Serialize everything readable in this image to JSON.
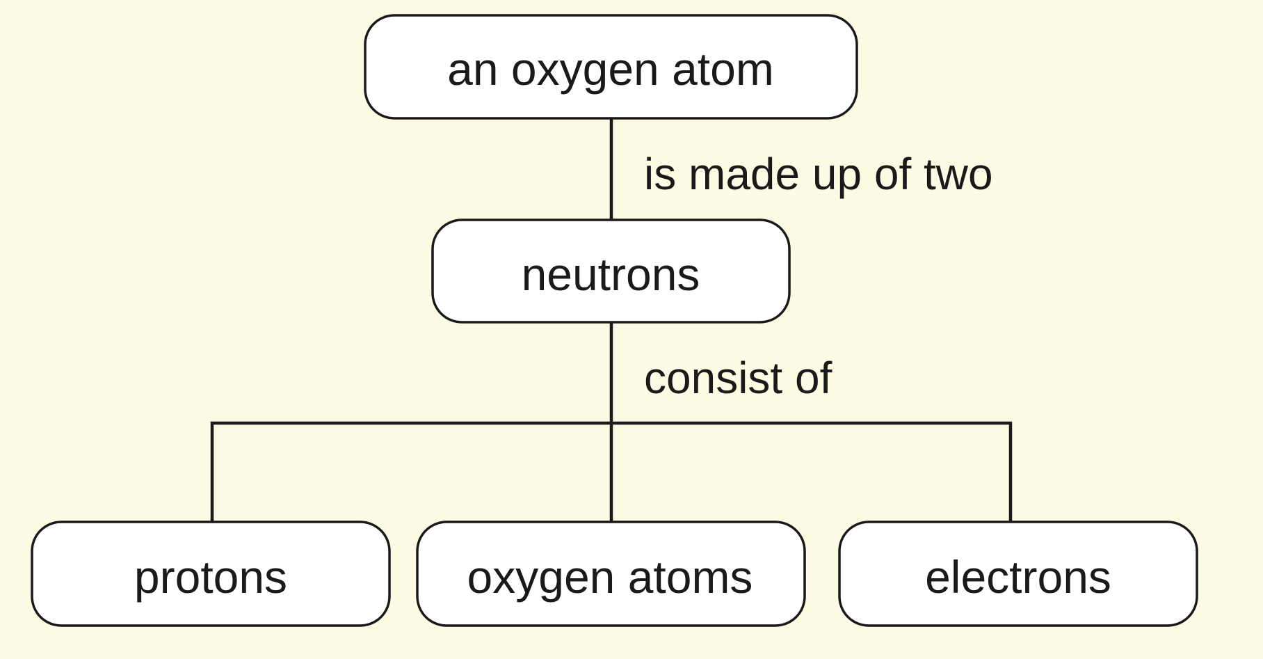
{
  "nodes": {
    "root": "an oxygen atom",
    "middle": "neutrons",
    "children": [
      "protons",
      "oxygen atoms",
      "electrons"
    ]
  },
  "links": {
    "root_to_middle": "is made up of two",
    "middle_to_children": "consist of"
  },
  "colors": {
    "background": "#fdfbe4",
    "box_fill": "#ffffff",
    "stroke": "#1a1a1a"
  }
}
